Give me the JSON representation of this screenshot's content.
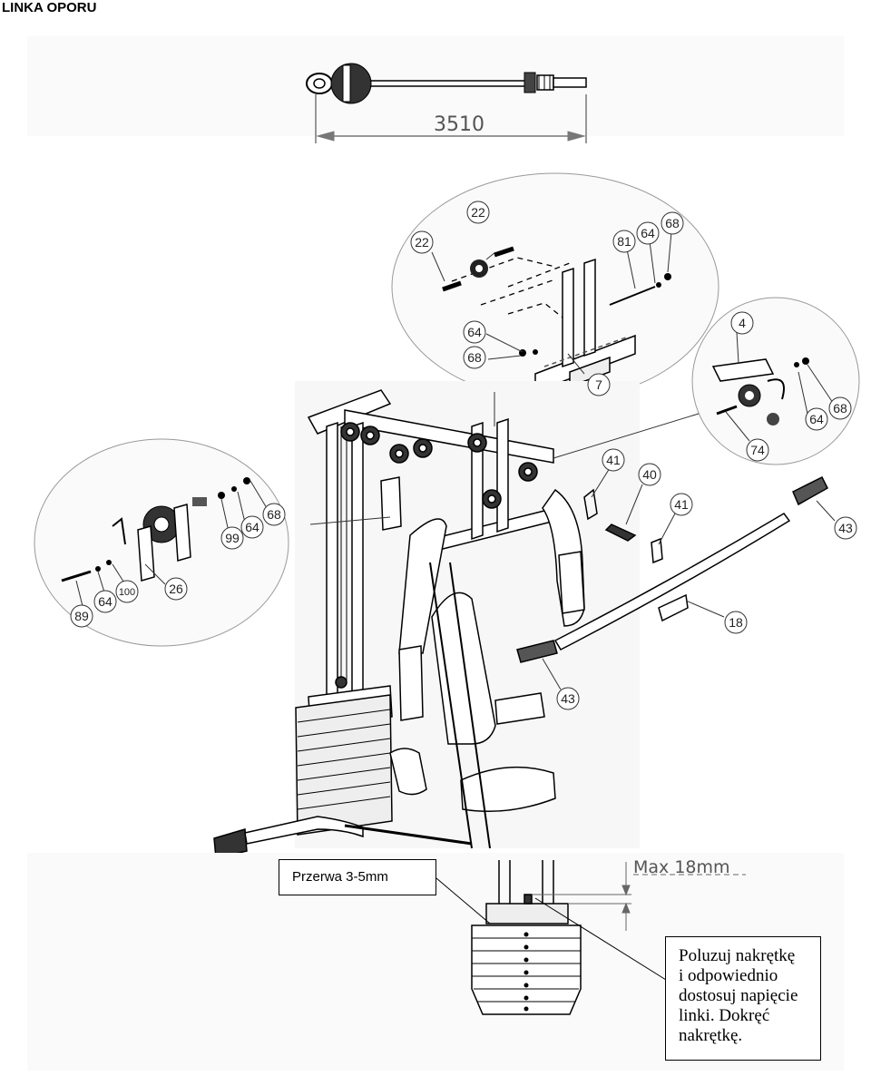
{
  "title": "LINKA OPORU",
  "cable_length": "3510",
  "max_gap": "Max 18mm",
  "gap_note": "Przerwa 3-5mm",
  "tension_note_lines": [
    "Poluzuj nakrętkę",
    "i odpowiednio",
    "dostosuj napięcie",
    "linki. Dokręć",
    "nakrętkę."
  ],
  "callouts": {
    "c22a": "22",
    "c22b": "22",
    "c81": "81",
    "c64a": "64",
    "c68a": "68",
    "c64b": "64",
    "c68b": "68",
    "c7": "7",
    "c4": "4",
    "c64c": "64",
    "c68c": "68",
    "c74": "74",
    "c41a": "41",
    "c40": "40",
    "c41b": "41",
    "c43a": "43",
    "c18": "18",
    "c43b": "43",
    "c68d": "68",
    "c64d": "64",
    "c99": "99",
    "c26": "26",
    "c100": "100",
    "c64e": "64",
    "c89": "89"
  }
}
